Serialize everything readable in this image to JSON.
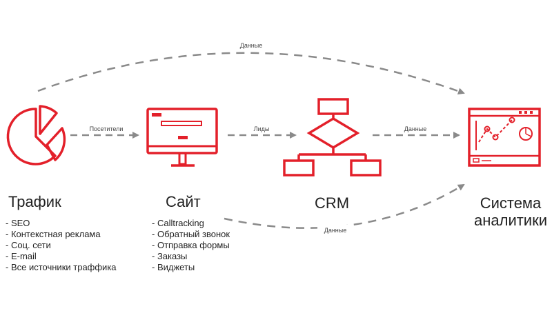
{
  "nodes": {
    "traffic": {
      "title": "Трафик",
      "items": [
        "SEO",
        "Контекстная реклама",
        "Соц. сети",
        "E-mail",
        "Все источники траффика"
      ]
    },
    "site": {
      "title": "Сайт",
      "items": [
        "Calltracking",
        "Обратный звонок",
        "Отправка формы",
        "Заказы",
        "Виджеты"
      ]
    },
    "crm": {
      "title": "CRM"
    },
    "analytics": {
      "title_line1": "Система",
      "title_line2": "аналитики"
    }
  },
  "arrows": {
    "traffic_to_site": "Посетители",
    "site_to_crm": "Лиды",
    "crm_to_analytics": "Данные",
    "top_arc": "Данные",
    "bottom_arc": "Данные"
  },
  "colors": {
    "accent": "#e3202a",
    "arrow": "#8a8a8a",
    "text": "#222222"
  }
}
